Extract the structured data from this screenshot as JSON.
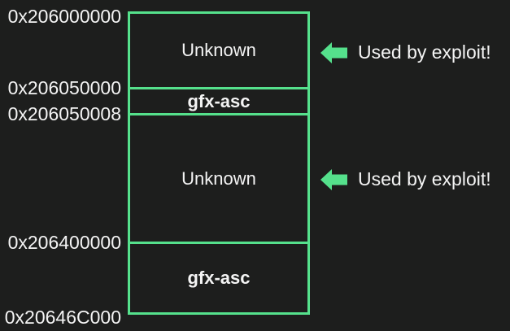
{
  "colors": {
    "background": "#1d1e1d",
    "accent_green": "#55e18c",
    "text": "#f4f4f4"
  },
  "memory_map": {
    "addresses": [
      "0x206000000",
      "0x206050000",
      "0x206050008",
      "0x206400000",
      "0x20646C000"
    ],
    "regions": [
      {
        "label": "Unknown",
        "bold": false,
        "start_address": "0x206000000",
        "end_address": "0x206050000",
        "used_by_exploit": true
      },
      {
        "label": "gfx-asc",
        "bold": true,
        "start_address": "0x206050000",
        "end_address": "0x206050008",
        "used_by_exploit": false
      },
      {
        "label": "Unknown",
        "bold": false,
        "start_address": "0x206050008",
        "end_address": "0x206400000",
        "used_by_exploit": true
      },
      {
        "label": "gfx-asc",
        "bold": true,
        "start_address": "0x206400000",
        "end_address": "0x20646C000",
        "used_by_exploit": false
      }
    ]
  },
  "annotations": [
    {
      "icon": "left-arrow",
      "text": "Used by exploit!"
    },
    {
      "icon": "left-arrow",
      "text": "Used by exploit!"
    }
  ]
}
